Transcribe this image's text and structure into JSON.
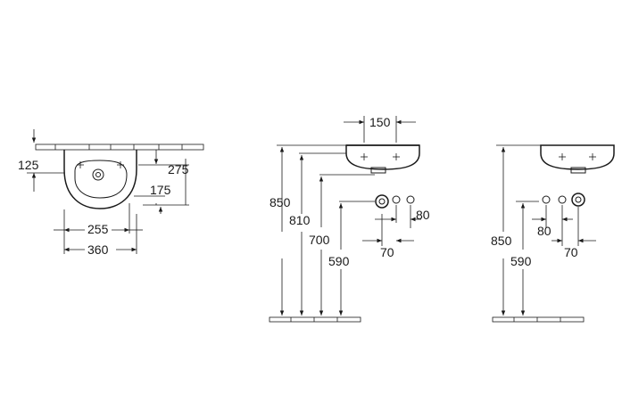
{
  "top_view": {
    "dim_depth_back": "125",
    "dim_depth_total": "275",
    "dim_depth_front": "175",
    "dim_bowl_width": "255",
    "dim_total_width": "360"
  },
  "side_view_left": {
    "dim_width": "150",
    "dim_height_total": "850",
    "dim_height_rim": "810",
    "dim_height_outlet": "700",
    "dim_height_supply": "590",
    "dim_supply_gap": "80",
    "dim_supply_offset": "70"
  },
  "side_view_right": {
    "dim_height_total": "850",
    "dim_height_supply": "590",
    "dim_supply_gap": "80",
    "dim_supply_offset": "70"
  }
}
